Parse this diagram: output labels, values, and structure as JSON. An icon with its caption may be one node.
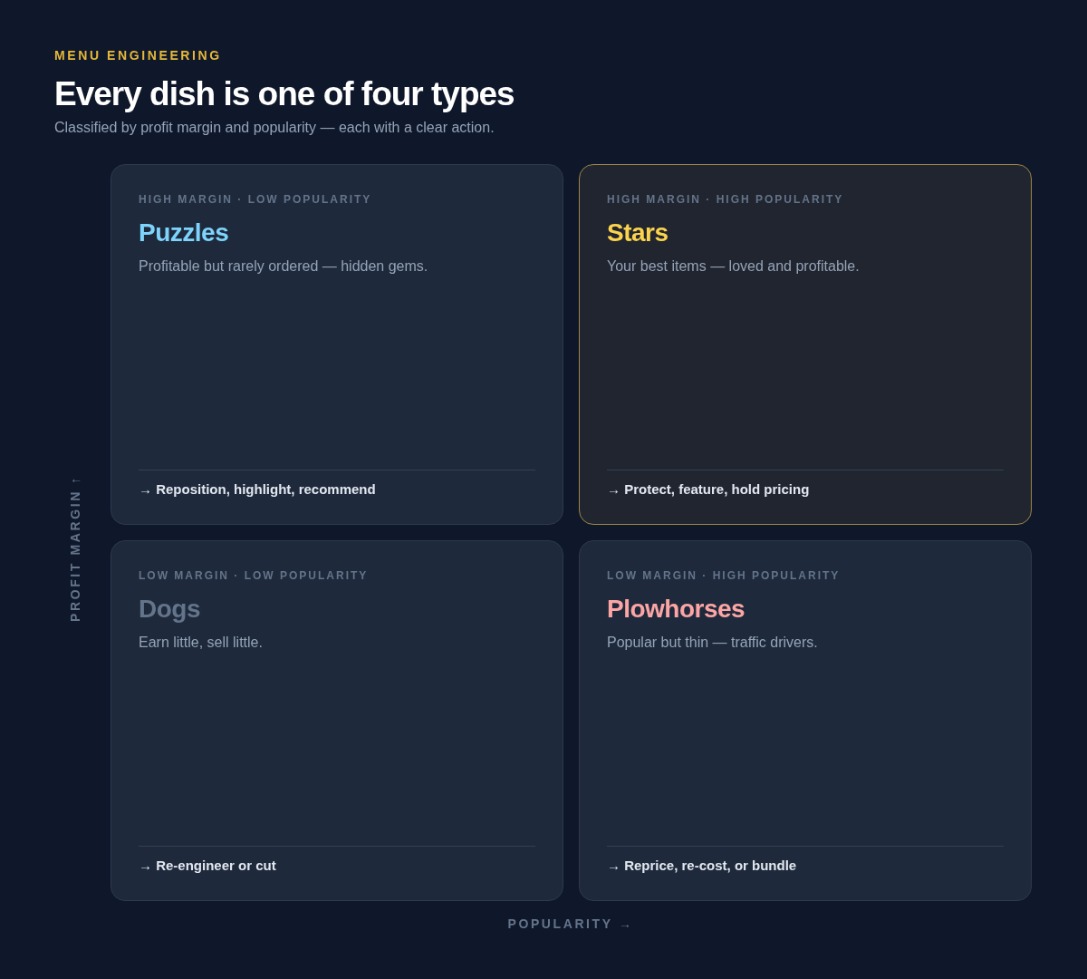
{
  "diagram": {
    "title": "Every dish is one of four types",
    "nodes": [
      {
        "text": [
          "HIGH MARGIN · LOW POPULARITY",
          "Puzzles",
          "Profitable but rarely ordered — hidden gems.",
          "→ Reposition, highlight, recommend"
        ]
      },
      {
        "text": [
          "HIGH MARGIN · HIGH POPULARITY",
          "Stars",
          "Your best items — loved and profitable.",
          "→ Protect, feature, hold pricing"
        ]
      },
      {
        "text": [
          "LOW MARGIN · LOW POPULARITY",
          "Dogs",
          "Earn little, sell little.",
          "→ Re-engineer or cut"
        ]
      },
      {
        "text": [
          "LOW MARGIN · HIGH POPULARITY",
          "Plowhorses",
          "Popular but thin — traffic drivers.",
          "→ Reprice, re-cost, or bundle"
        ]
      }
    ],
    "edges": [],
    "labels": [
      "MENU ENGINEERING",
      "Classified by profit margin and popularity — each with a clear action.",
      "PROFIT MARGIN ↑",
      "POPULARITY →"
    ]
  }
}
